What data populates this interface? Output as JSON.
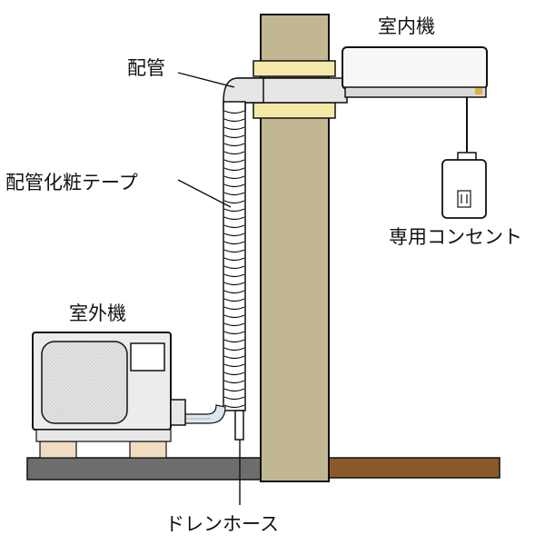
{
  "labels": {
    "indoor_unit": "室内機",
    "piping": "配管",
    "piping_tape": "配管化粧テープ",
    "dedicated_outlet": "専用コンセント",
    "outdoor_unit": "室外機",
    "drain_hose": "ドレンホース"
  },
  "colors": {
    "wall": "#c2b793",
    "ground_outside": "#6d6d6d",
    "ground_inside": "#8b5a2b",
    "sleeve": "#f5e9a8",
    "pipe": "#e6e6e6",
    "outdoor_unit": "#ececec",
    "unit_feet": "#f0dcc0"
  }
}
